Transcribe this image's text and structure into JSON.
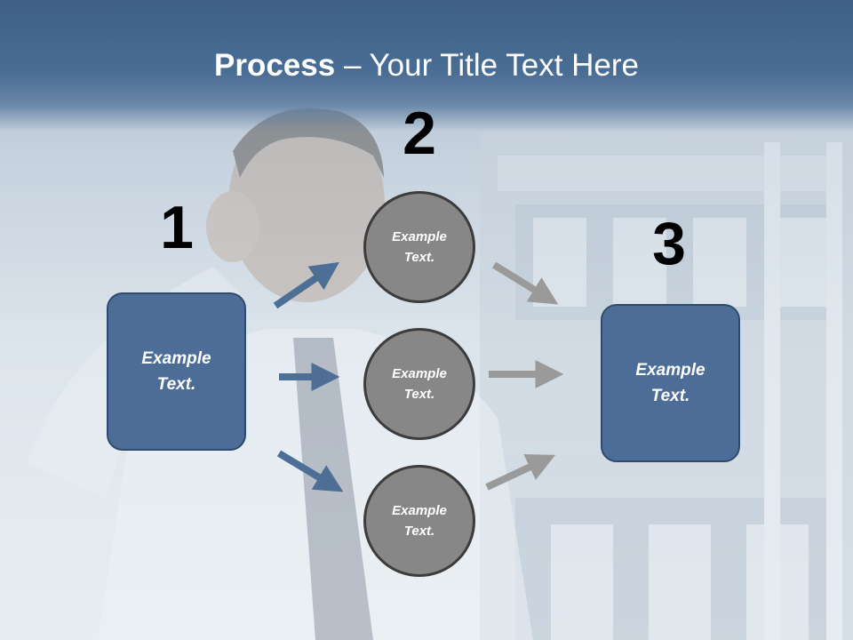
{
  "title": {
    "bold": "Process",
    "rest": " – Your Title Text Here"
  },
  "steps": [
    {
      "number": "1"
    },
    {
      "number": "2"
    },
    {
      "number": "3"
    }
  ],
  "boxes": {
    "left": {
      "line1": "Example",
      "line2": "Text."
    },
    "right": {
      "line1": "Example",
      "line2": "Text."
    }
  },
  "circles": [
    {
      "line1": "Example",
      "line2": "Text."
    },
    {
      "line1": "Example",
      "line2": "Text."
    },
    {
      "line1": "Example",
      "line2": "Text."
    }
  ],
  "colors": {
    "header": "#3e6086",
    "box_fill": "#4b6d98",
    "circle_fill": "#878787",
    "blue_arrow": "#4d6e95",
    "gray_arrow": "#9a9a9a"
  }
}
